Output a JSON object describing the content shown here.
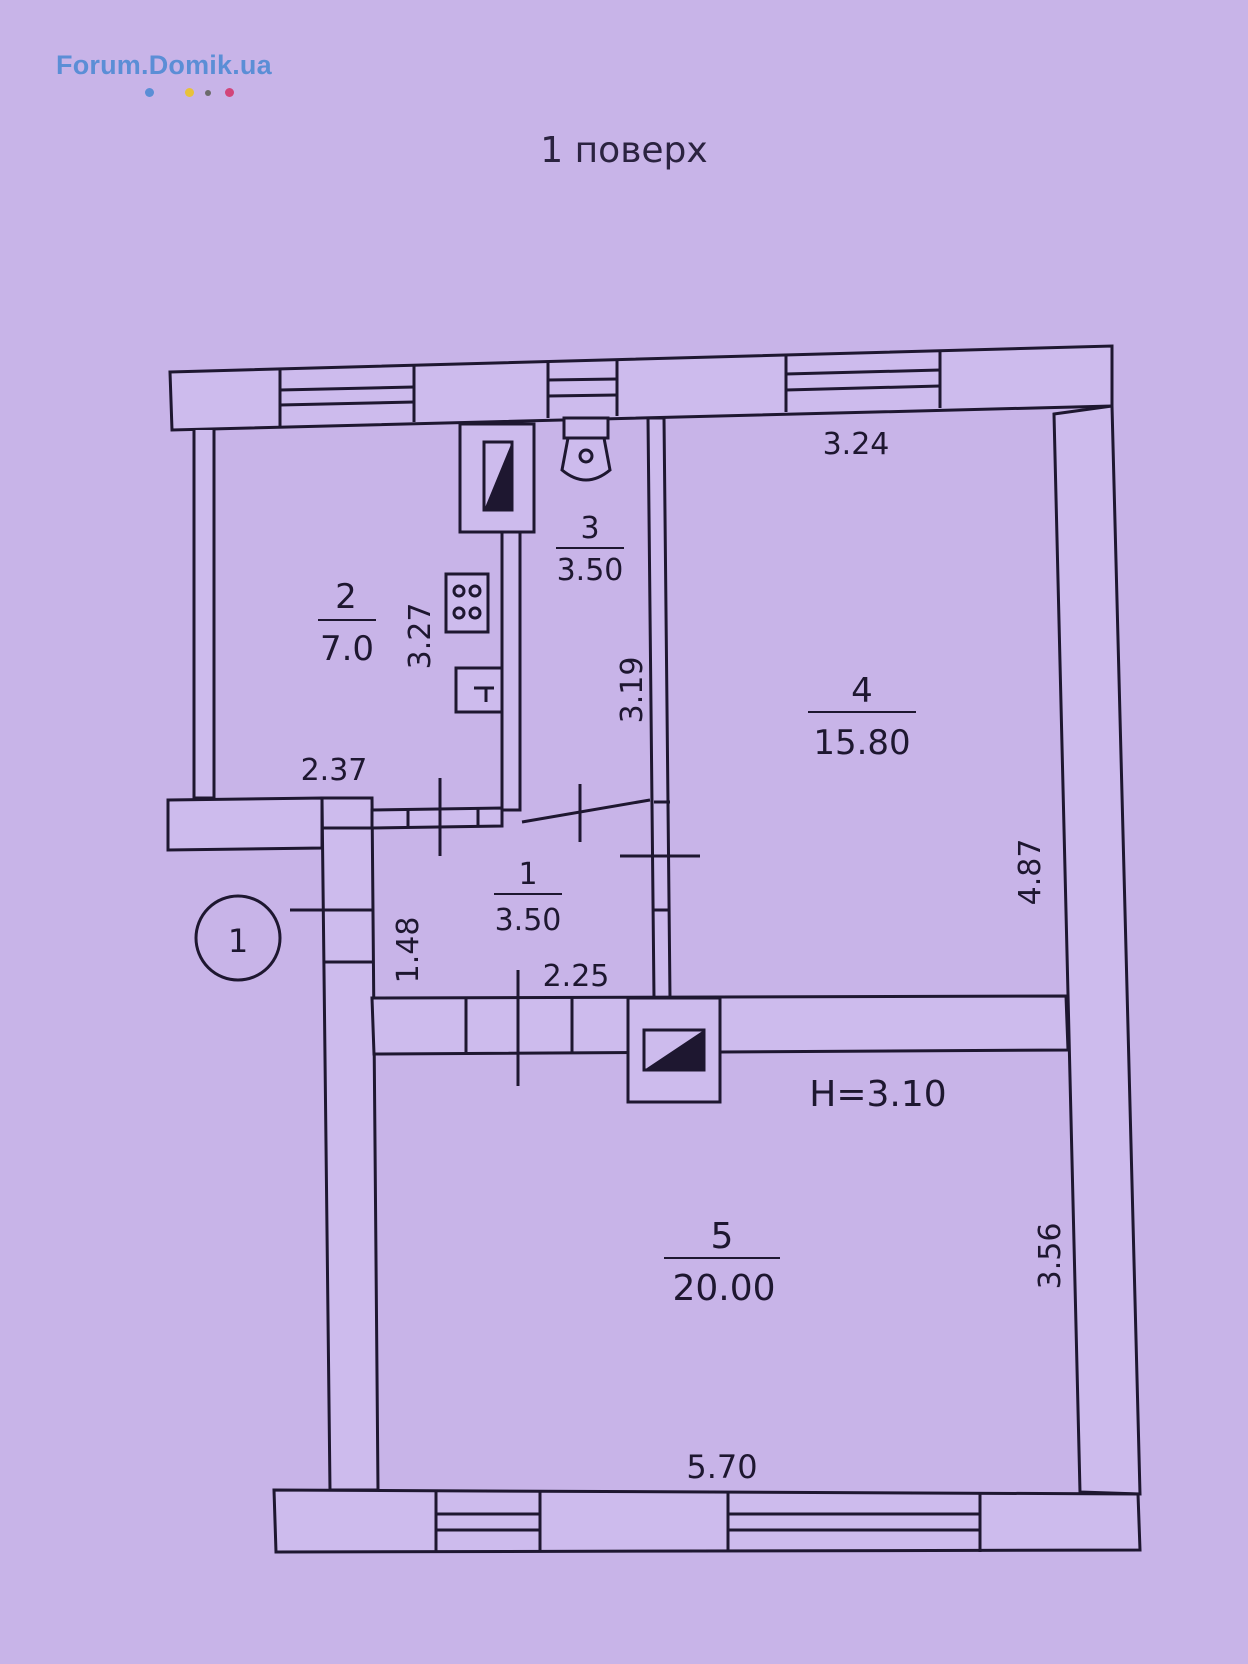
{
  "watermark": {
    "text": "Forum.Domik.ua",
    "dot_colors": [
      "#5b8ed6",
      "#e8c23a",
      "#6b6b6b",
      "#d2457a"
    ]
  },
  "title": "1 поверх",
  "entrance_marker": "1",
  "ceiling_height": "H=3.10",
  "rooms": [
    {
      "number": "1",
      "area": "3.50"
    },
    {
      "number": "2",
      "area": "7.0"
    },
    {
      "number": "3",
      "area": "3.50"
    },
    {
      "number": "4",
      "area": "15.80"
    },
    {
      "number": "5",
      "area": "20.00"
    }
  ],
  "dimensions": {
    "room4_width": "3.24",
    "room2_height": "3.27",
    "room3_height": "3.19",
    "room2_width": "2.37",
    "room1_height": "1.48",
    "room1_width": "2.25",
    "room4_height": "4.87",
    "room5_height": "3.56",
    "room5_width": "5.70"
  },
  "colors": {
    "paper": "#c8b4e8",
    "ink": "#1e1730",
    "wall_fill": "#cdbbed"
  }
}
